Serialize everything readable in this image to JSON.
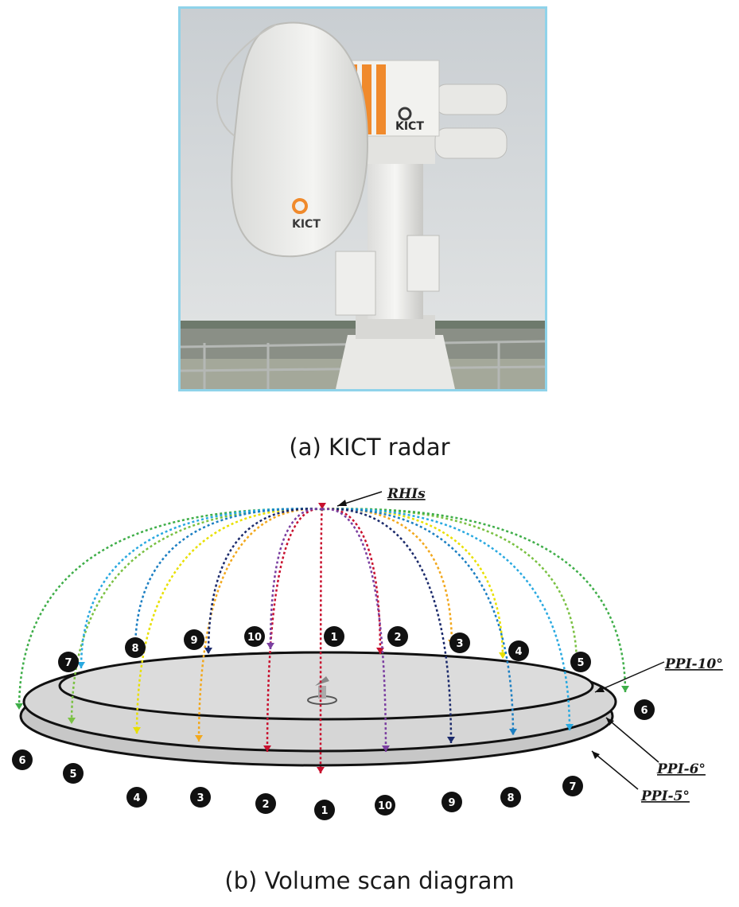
{
  "figure": {
    "caption_a": "(a) KICT radar",
    "caption_b": "(b) Volume scan diagram"
  },
  "photo": {
    "logo_text": "KICT",
    "logo_text_dish": "KICT"
  },
  "diagram": {
    "labels": {
      "rhis": "RHIs",
      "ppi10": "PPI-10°",
      "ppi6": "PPI-6°",
      "ppi5": "PPI-5°"
    },
    "colors": {
      "arc1": "#c8102e",
      "arc2": "#c8102e",
      "arc3": "#f2a81d",
      "arc4": "#e8e000",
      "arc5": "#7ac143",
      "arc6": "#3fae49",
      "arc7": "#29a9e0",
      "arc8": "#1c7fc2",
      "arc9": "#1b2a6b",
      "arc10": "#7b3fa0"
    },
    "badges_far": [
      "1",
      "2",
      "3",
      "4",
      "5",
      "6",
      "7",
      "8",
      "9",
      "10"
    ],
    "badges_near": [
      "1",
      "2",
      "3",
      "4",
      "5",
      "6",
      "7",
      "8",
      "9",
      "10"
    ]
  }
}
